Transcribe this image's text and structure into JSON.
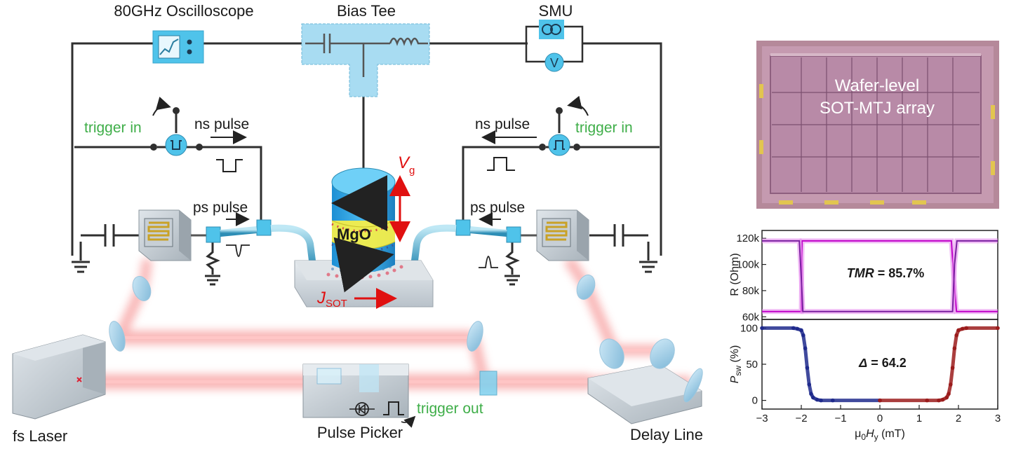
{
  "labels": {
    "oscilloscope": "80GHz Oscilloscope",
    "bias_tee": "Bias Tee",
    "smu": "SMU",
    "smu_v": "V",
    "trigger_in_left": "trigger in",
    "trigger_in_right": "trigger in",
    "ns_pulse_left": "ns pulse",
    "ns_pulse_right": "ns pulse",
    "ps_pulse_left": "ps pulse",
    "ps_pulse_right": "ps pulse",
    "mgo": "MgO",
    "vg_main": "V",
    "vg_sub": "g",
    "jsot_main": "J",
    "jsot_sub": "SOT",
    "fs_laser": "fs Laser",
    "pulse_picker": "Pulse Picker",
    "trigger_out": "trigger out",
    "delay_line": "Delay Line",
    "wafer_line1": "Wafer-level",
    "wafer_line2": "SOT-MTJ array"
  },
  "colors": {
    "laser_beam": "#f47a7a",
    "instrument_blue": "#4fc3ea",
    "trigger_green": "#3fae49",
    "red_annotation": "#e01010",
    "tmr_curve": "#c000c8",
    "psw_negative": "#1f2a8c",
    "psw_positive": "#9b1c1c"
  },
  "chart_data": [
    {
      "type": "line",
      "title": "",
      "annotation_label": "TMR",
      "annotation_value": " = 85.7%",
      "ylabel": "R (Ohm)",
      "ylim": [
        58000,
        126000
      ],
      "xlim": [
        -3,
        3
      ],
      "y_ticks": [
        60000,
        80000,
        100000,
        120000
      ],
      "y_tick_labels": [
        "60k",
        "80k",
        "100k",
        "120k"
      ],
      "series": [
        {
          "x": [
            -3,
            -2.0,
            -1.98,
            1.82,
            1.88,
            1.95,
            3
          ],
          "y": [
            64000,
            64000,
            118000,
            118000,
            90000,
            64000,
            64000
          ]
        },
        {
          "x": [
            -3,
            -2.05,
            -2.0,
            -1.96,
            -1.9,
            1.85,
            1.9,
            1.96,
            3
          ],
          "y": [
            118000,
            118000,
            90000,
            64000,
            64000,
            64000,
            100000,
            118000,
            118000
          ]
        }
      ],
      "grid": false
    },
    {
      "type": "line",
      "title": "",
      "annotation_label": "Δ",
      "annotation_value": " = 64.2",
      "ylabel_main": "P",
      "ylabel_sub": "sw",
      "ylabel_unit": " (%)",
      "xlabel_main": "μ",
      "xlabel_sub0": "0",
      "xlabel_mid": "H",
      "xlabel_sub1": "y",
      "xlabel_unit": " (mT)",
      "xlim": [
        -3,
        3
      ],
      "ylim": [
        -12,
        112
      ],
      "x_ticks": [
        -3,
        -2,
        -1,
        0,
        1,
        2,
        3
      ],
      "y_ticks": [
        0,
        50,
        100
      ],
      "series": [
        {
          "x": [
            -3,
            -2.2,
            -2.1,
            -2.0,
            -1.95,
            -1.9,
            -1.85,
            -1.8,
            -1.75,
            -1.7,
            -1.6,
            -1.5,
            -1.2,
            0
          ],
          "y": [
            100,
            100,
            99,
            97,
            90,
            72,
            45,
            22,
            9,
            4,
            1,
            0,
            0,
            0
          ]
        },
        {
          "x": [
            0,
            1.2,
            1.5,
            1.6,
            1.7,
            1.75,
            1.8,
            1.85,
            1.9,
            1.95,
            2.0,
            2.1,
            2.2,
            3
          ],
          "y": [
            0,
            0,
            0,
            1,
            4,
            9,
            22,
            45,
            72,
            90,
            97,
            99,
            100,
            100
          ]
        }
      ],
      "grid": false
    }
  ]
}
